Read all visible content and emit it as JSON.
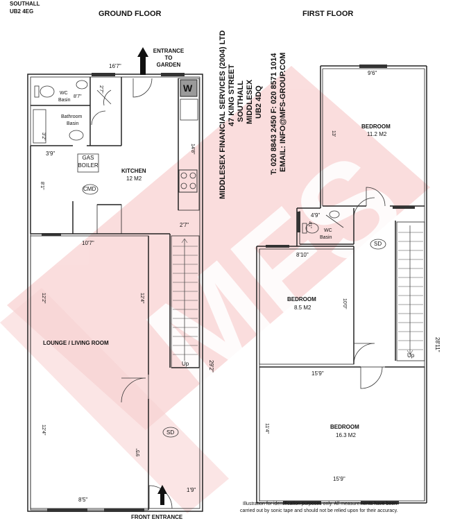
{
  "header": {
    "address_line1": "SOUTHALL",
    "address_line2": "UB2 4EG"
  },
  "ground_floor": {
    "title": "GROUND FLOOR",
    "entrance_garden": [
      "ENTRANCE",
      "TO",
      "GARDEN"
    ],
    "front_entrance": "FRONT ENTRANCE",
    "wc": {
      "label": "WC",
      "basin": "Basin",
      "dim": "8'7\"",
      "dim2": "2'7\""
    },
    "bathroom": {
      "label": "Bathroom",
      "basin": "Basin",
      "dim": "3'2\""
    },
    "gas_boiler": [
      "GAS",
      "BOILER"
    ],
    "cmd": "CMD",
    "sd": "SD",
    "washer": "W",
    "kitchen": {
      "label": "KITCHEN",
      "area": "12 M2",
      "dim_h": "14'8\"",
      "dim_w": "3'9\"",
      "dim_side": "8'1\""
    },
    "top_width": "16'7\"",
    "hall_width": "2'7\"",
    "lounge": {
      "label": "LOUNGE / LIVING ROOM",
      "width_top": "10'7\"",
      "h1": "12'2\"",
      "h2": "12'4\"",
      "h3": "12'4\"",
      "h4": "9'5\"",
      "width_bottom": "8'5\""
    },
    "stairs_up": "Up",
    "total_length": "29'2\"",
    "bottom_small": "1'9\""
  },
  "company": {
    "name": "MIDDLESEX FINANCIAL SERVICES (2004) LTD",
    "street": "47 KING STREET",
    "town": "SOUTHALL",
    "county": "MIDDLESEX",
    "postcode": "UB2 4DQ",
    "phone": "T: 020 8843 2450 F: 020 8571 1014",
    "email": "EMAIL: INFO@MFS-GROUP.COM"
  },
  "first_floor": {
    "title": "FIRST FLOOR",
    "bedroom1": {
      "label": "BEDROOM",
      "area": "11.2 M2",
      "width": "9'6\"",
      "height": "13'"
    },
    "wc": {
      "label": "WC",
      "basin": "Basin",
      "dim": "4'9\"",
      "dim2": "4'1\""
    },
    "sd": "SD",
    "bedroom2": {
      "label": "BEDROOM",
      "area": "8.5 M2",
      "width": "8'10\"",
      "height": "10'0\""
    },
    "bedroom3": {
      "label": "BEDROOM",
      "area": "16.3 M2",
      "width_top": "15'9\"",
      "width_bottom": "15'9\"",
      "height": "11'4\""
    },
    "stairs_up": "Up",
    "total_length": "28'11\""
  },
  "disclaimer": [
    "Illustration for identification purposes only. All measurements have been",
    "carried out by sonic tape and should not be relied upon for their accuracy."
  ],
  "watermark": "MFS",
  "colors": {
    "watermark": "#f3b9b9",
    "wall": "#222222",
    "window": "#333333"
  }
}
